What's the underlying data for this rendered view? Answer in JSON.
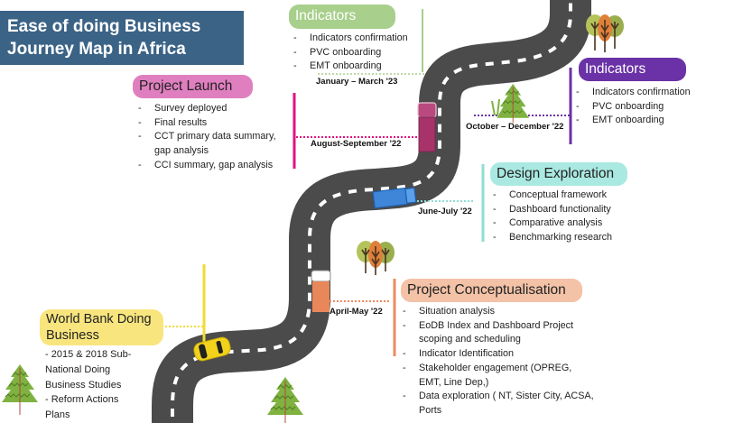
{
  "title": {
    "line1": "Ease of doing Business",
    "line2": "Journey Map in Africa"
  },
  "colors": {
    "title_bg": "#3b6386",
    "road": "#4b4b4b",
    "road_dash": "#ffffff"
  },
  "milestones": {
    "indicators_2023": {
      "header": "Indicators",
      "date": "January – March '23",
      "header_bg": "#a8cf8c",
      "accent": "#a8cf8c",
      "items": [
        "Indicators confirmation",
        "PVC onboarding",
        "EMT onboarding"
      ]
    },
    "project_launch": {
      "header": "Project Launch",
      "date": "August-September '22",
      "header_bg": "#e07fc0",
      "accent": "#e0147e",
      "items": [
        "Survey deployed",
        "Final results",
        "CCT primary data summary,\ngap analysis",
        "CCI summary, gap analysis"
      ]
    },
    "indicators_2022": {
      "header": "Indicators",
      "date": "October – December '22",
      "header_bg": "#6a32a6",
      "accent": "#6a32a6",
      "items": [
        "Indicators confirmation",
        "PVC onboarding",
        "EMT onboarding"
      ]
    },
    "design_exploration": {
      "header": "Design Exploration",
      "date": "June-July '22",
      "header_bg": "#a9e9e1",
      "accent": "#8fdcd3",
      "items": [
        "Conceptual framework",
        "Dashboard functionality",
        "Comparative analysis",
        "Benchmarking research"
      ]
    },
    "project_conceptualisation": {
      "header": "Project Conceptualisation",
      "date": "April-May '22",
      "header_bg": "#f3c2a7",
      "accent": "#ef8a5f",
      "items": [
        "Situation analysis",
        "EoDB Index and Dashboard Project\nscoping and scheduling",
        "Indicator Identification",
        "Stakeholder engagement (OPREG,\nEMT, Line Dep,)",
        "Data exploration ( NT, Sister City, ACSA,\nPorts"
      ]
    },
    "world_bank": {
      "header": "World Bank Doing\nBusiness",
      "header_bg": "#f8e57e",
      "accent": "#f1dc34",
      "items": [
        "2015 & 2018 Sub-\nNational Doing\nBusiness Studies",
        "Reform Actions\nPlans"
      ]
    }
  },
  "icons": {
    "trees": [
      "deciduous-tree-cluster",
      "deciduous-tree-cluster",
      "pine-tree",
      "pine-tree",
      "pine-tree"
    ],
    "vehicles": [
      "yellow-car",
      "orange-truck",
      "blue-truck",
      "magenta-truck"
    ]
  }
}
